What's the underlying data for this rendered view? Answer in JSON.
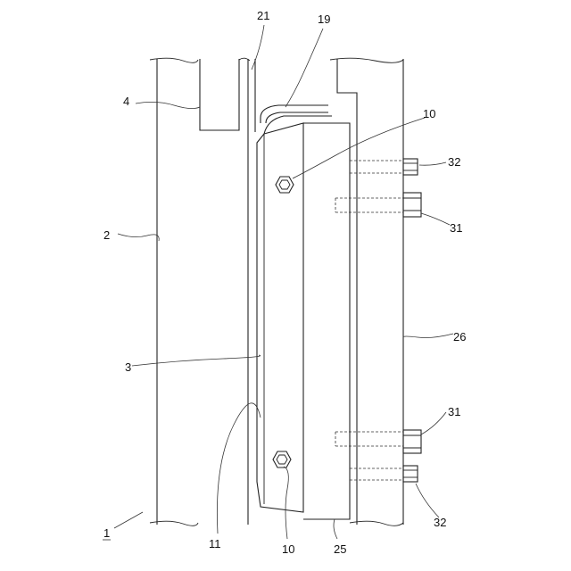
{
  "labels": {
    "l1": "1",
    "l2": "2",
    "l3": "3",
    "l4": "4",
    "l10a": "10",
    "l10b": "10",
    "l11": "11",
    "l19": "19",
    "l21": "21",
    "l25": "25",
    "l26": "26",
    "l31a": "31",
    "l31b": "31",
    "l32a": "32",
    "l32b": "32"
  }
}
